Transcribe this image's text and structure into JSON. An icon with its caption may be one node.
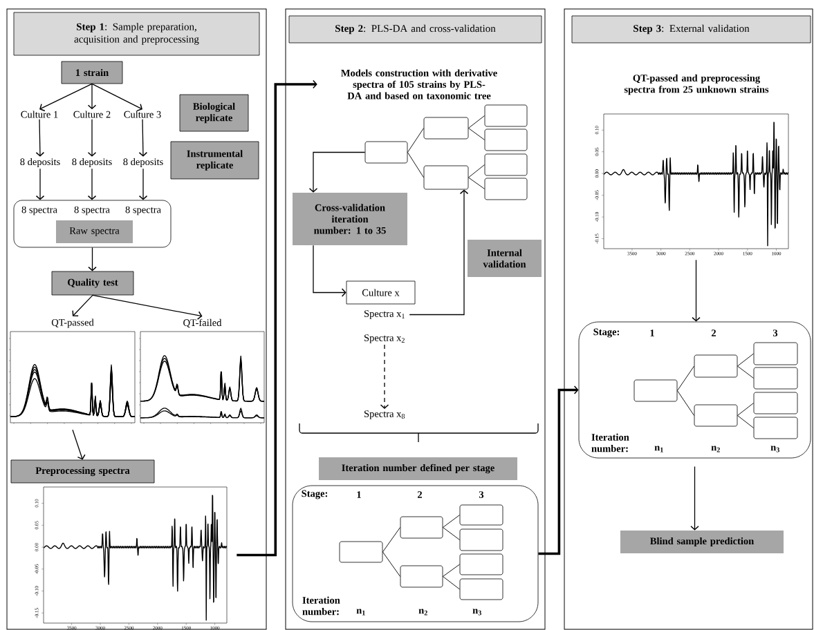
{
  "diagram": {
    "nodes": [
      {
        "text": [],
        "shape": "box"
      },
      {
        "text": [
          "**Step 1**: Sample preparation, acquisition and preprocessing"
        ],
        "in": 0
      },
      {
        "text": [
          "1 strain"
        ],
        "in": 0
      },
      {
        "text": [
          "Culture 1"
        ],
        "in": 0
      },
      {
        "text": [
          "Culture 2"
        ],
        "in": 0
      },
      {
        "text": [
          "Culture 3"
        ],
        "in": 0
      },
      {
        "text": [
          "Biological replicate"
        ],
        "in": 0
      },
      {
        "text": [
          "Instrumental replicate"
        ],
        "in": 0
      },
      {
        "text": [
          "8 deposits"
        ],
        "in": 0
      },
      {
        "text": [
          "8 deposits"
        ],
        "in": 0
      },
      {
        "text": [
          "8 deposits"
        ],
        "in": 0
      },
      {
        "text": [
          "8 spectra",
          "8 spectra",
          "8 spectra"
        ],
        "in": 0
      },
      {
        "text": [
          "Raw spectra"
        ],
        "in": 11
      },
      {
        "text": [
          "Quality test"
        ],
        "in": 0
      },
      {
        "text": [
          "QT-passed"
        ],
        "in": 0
      },
      {
        "text": [
          "QT-failed"
        ],
        "in": 0
      },
      {
        "text": [
          "Preprocessing spectra"
        ],
        "in": 0
      },
      {
        "text": [],
        "shape": "chart",
        "in": 0
      },
      {
        "text": [],
        "shape": "box"
      },
      {
        "text": [
          "**Step 2**: PLS-DA and cross-validation"
        ],
        "in": 18
      },
      {
        "text": [
          "Models construction with derivative spectra of 105 strains by PLS-DA and based on taxonomic tree"
        ],
        "in": 18
      },
      {
        "text": [],
        "shape": "box",
        "in": 18
      },
      {
        "text": [],
        "shape": "box",
        "in": 18
      },
      {
        "text": [],
        "shape": "box",
        "in": 18
      },
      {
        "text": [],
        "shape": "box",
        "in": 18
      },
      {
        "text": [],
        "shape": "box",
        "in": 18
      },
      {
        "text": [],
        "shape": "box",
        "in": 18
      },
      {
        "text": [],
        "shape": "box",
        "in": 18
      },
      {
        "text": [
          "Cross-validation iteration number: 1 to 35"
        ],
        "in": 18
      },
      {
        "text": [
          "Internal validation"
        ],
        "in": 18
      },
      {
        "text": [
          "Culture x"
        ],
        "in": 18
      },
      {
        "text": [
          "Spectra x$_{1}$"
        ],
        "in": 18
      },
      {
        "text": [
          "Spectra x$_{2}$"
        ],
        "in": 18
      },
      {
        "text": [
          "Spectra x$_{8}$"
        ],
        "in": 18
      },
      {
        "text": [
          "Iteration number defined per stage"
        ],
        "in": 18
      },
      {
        "text": [
          "Stage:",
          "1",
          "2",
          "3",
          "Iteration number:",
          "n$_{1}$",
          "n$_{2}$",
          "n$_{3}$"
        ],
        "in": 18
      },
      {
        "text": [],
        "shape": "box",
        "in": 35
      },
      {
        "text": [],
        "shape": "box",
        "in": 35
      },
      {
        "text": [],
        "shape": "box",
        "in": 35
      },
      {
        "text": [],
        "shape": "box",
        "in": 35
      },
      {
        "text": [],
        "shape": "box",
        "in": 35
      },
      {
        "text": [],
        "shape": "box",
        "in": 35
      },
      {
        "text": [],
        "shape": "box",
        "in": 35
      },
      {
        "text": [],
        "shape": "box"
      },
      {
        "text": [
          "**Step 3**: External validation"
        ],
        "in": 43
      },
      {
        "text": [
          "QT-passed and preprocessing spectra from 25 unknown strains"
        ],
        "in": 43
      },
      {
        "text": [],
        "shape": "chart",
        "in": 43
      },
      {
        "text": [
          "Stage:",
          "1",
          "2",
          "3",
          "Iteration number:",
          "n$_{1}$",
          "n$_{2}$",
          "n$_{3}$"
        ],
        "in": 43
      },
      {
        "text": [],
        "shape": "box",
        "in": 47
      },
      {
        "text": [],
        "shape": "box",
        "in": 47
      },
      {
        "text": [],
        "shape": "box",
        "in": 47
      },
      {
        "text": [],
        "shape": "box",
        "in": 47
      },
      {
        "text": [],
        "shape": "box",
        "in": 47
      },
      {
        "text": [],
        "shape": "box",
        "in": 47
      },
      {
        "text": [],
        "shape": "box",
        "in": 47
      },
      {
        "text": [
          "Blind sample prediction"
        ],
        "in": 43
      }
    ],
    "edges": [
      {
        "from": 2,
        "to": 3,
        "arrow": "to"
      },
      {
        "from": 2,
        "to": 4,
        "arrow": "to"
      },
      {
        "from": 2,
        "to": 5,
        "arrow": "to"
      },
      {
        "from": 3,
        "to": 8,
        "arrow": "to"
      },
      {
        "from": 4,
        "to": 9,
        "arrow": "to"
      },
      {
        "from": 5,
        "to": 10,
        "arrow": "to"
      },
      {
        "from": 8,
        "to": 11,
        "arrow": "to"
      },
      {
        "from": 9,
        "to": 11,
        "arrow": "to"
      },
      {
        "from": 10,
        "to": 11,
        "arrow": "to"
      },
      {
        "from": 11,
        "to": 13,
        "arrow": "to"
      },
      {
        "from": 13,
        "to": 14,
        "arrow": "to"
      },
      {
        "from": 13,
        "to": 15,
        "arrow": "to"
      },
      {
        "from": 14,
        "to": 16,
        "arrow": "to"
      },
      {
        "from": 17,
        "to": 20,
        "arrow": "to",
        "style": "thick"
      },
      {
        "from": 21,
        "to": 22,
        "arrow": "none"
      },
      {
        "from": 21,
        "to": 23,
        "arrow": "none"
      },
      {
        "from": 22,
        "to": 24,
        "arrow": "none"
      },
      {
        "from": 22,
        "to": 25,
        "arrow": "none"
      },
      {
        "from": 23,
        "to": 26,
        "arrow": "none"
      },
      {
        "from": 23,
        "to": 27,
        "arrow": "none"
      },
      {
        "from": 21,
        "to": 28,
        "arrow": "to"
      },
      {
        "from": 28,
        "to": 30,
        "arrow": "to"
      },
      {
        "from": 31,
        "to": 23,
        "arrow": "to"
      },
      {
        "from": 32,
        "to": 33,
        "arrow": "to",
        "style": "dashed"
      },
      {
        "from": 35,
        "to": 47,
        "arrow": "to",
        "style": "thick"
      },
      {
        "from": 36,
        "to": 37,
        "arrow": "none"
      },
      {
        "from": 36,
        "to": 38,
        "arrow": "none"
      },
      {
        "from": 37,
        "to": 39,
        "arrow": "none"
      },
      {
        "from": 37,
        "to": 40,
        "arrow": "none"
      },
      {
        "from": 38,
        "to": 41,
        "arrow": "none"
      },
      {
        "from": 38,
        "to": 42,
        "arrow": "none"
      },
      {
        "from": 46,
        "to": 47,
        "arrow": "to"
      },
      {
        "from": 48,
        "to": 49,
        "arrow": "none"
      },
      {
        "from": 48,
        "to": 50,
        "arrow": "none"
      },
      {
        "from": 49,
        "to": 51,
        "arrow": "none"
      },
      {
        "from": 49,
        "to": 52,
        "arrow": "none"
      },
      {
        "from": 50,
        "to": 53,
        "arrow": "none"
      },
      {
        "from": 50,
        "to": 54,
        "arrow": "none"
      },
      {
        "from": 47,
        "to": 55,
        "arrow": "to"
      }
    ],
    "labels": [
      "0.10",
      "0.05",
      "0.00",
      "-0.05",
      "-0.10",
      "-0.15",
      "3500",
      "3000",
      "2500",
      "2000",
      "1500",
      "1000",
      "0.10",
      "0.05",
      "0.00",
      "-0.05",
      "-0.10",
      "-0.15",
      "3500",
      "3000",
      "2500",
      "2000",
      "1500",
      "1000"
    ]
  }
}
